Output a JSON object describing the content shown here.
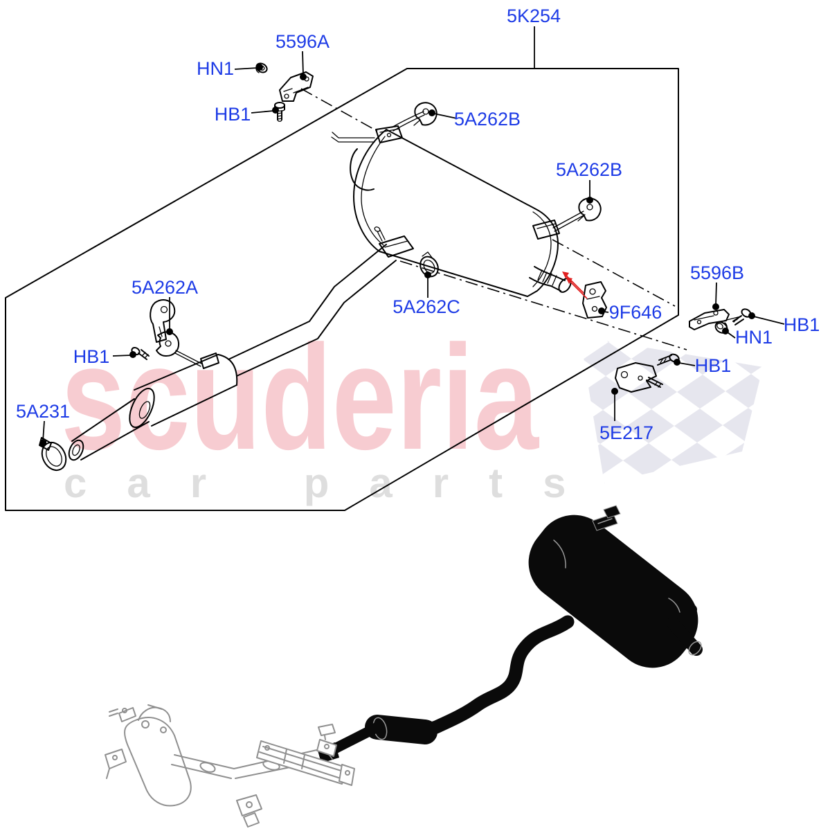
{
  "diagram": {
    "labels": [
      {
        "id": "part-5K254",
        "text": "5K254"
      },
      {
        "id": "part-5596A",
        "text": "5596A"
      },
      {
        "id": "part-HN1-top",
        "text": "HN1"
      },
      {
        "id": "part-HB1-top",
        "text": "HB1"
      },
      {
        "id": "part-5A262B-1",
        "text": "5A262B"
      },
      {
        "id": "part-5A262B-2",
        "text": "5A262B"
      },
      {
        "id": "part-5A262A",
        "text": "5A262A"
      },
      {
        "id": "part-HB1-left",
        "text": "HB1"
      },
      {
        "id": "part-5A231",
        "text": "5A231"
      },
      {
        "id": "part-5A262C",
        "text": "5A262C"
      },
      {
        "id": "part-9F646",
        "text": "9F646"
      },
      {
        "id": "part-5596B",
        "text": "5596B"
      },
      {
        "id": "part-HB1-right",
        "text": "HB1"
      },
      {
        "id": "part-HN1-right",
        "text": "HN1"
      },
      {
        "id": "part-HB1-bottom",
        "text": "HB1"
      },
      {
        "id": "part-5E217",
        "text": "5E217"
      }
    ]
  },
  "watermark": {
    "brand": "scuderia",
    "tagline": "car parts"
  },
  "colors": {
    "label_blue": "#1d3be6",
    "arrow_red": "#e02020",
    "watermark_pink": "#f7ccd1",
    "watermark_gray": "#dedede",
    "checker_gray": "#e6e6ee",
    "line_black": "#000000",
    "silhouette_black": "#0a0a0a",
    "outline_gray": "#8f8f8f"
  }
}
